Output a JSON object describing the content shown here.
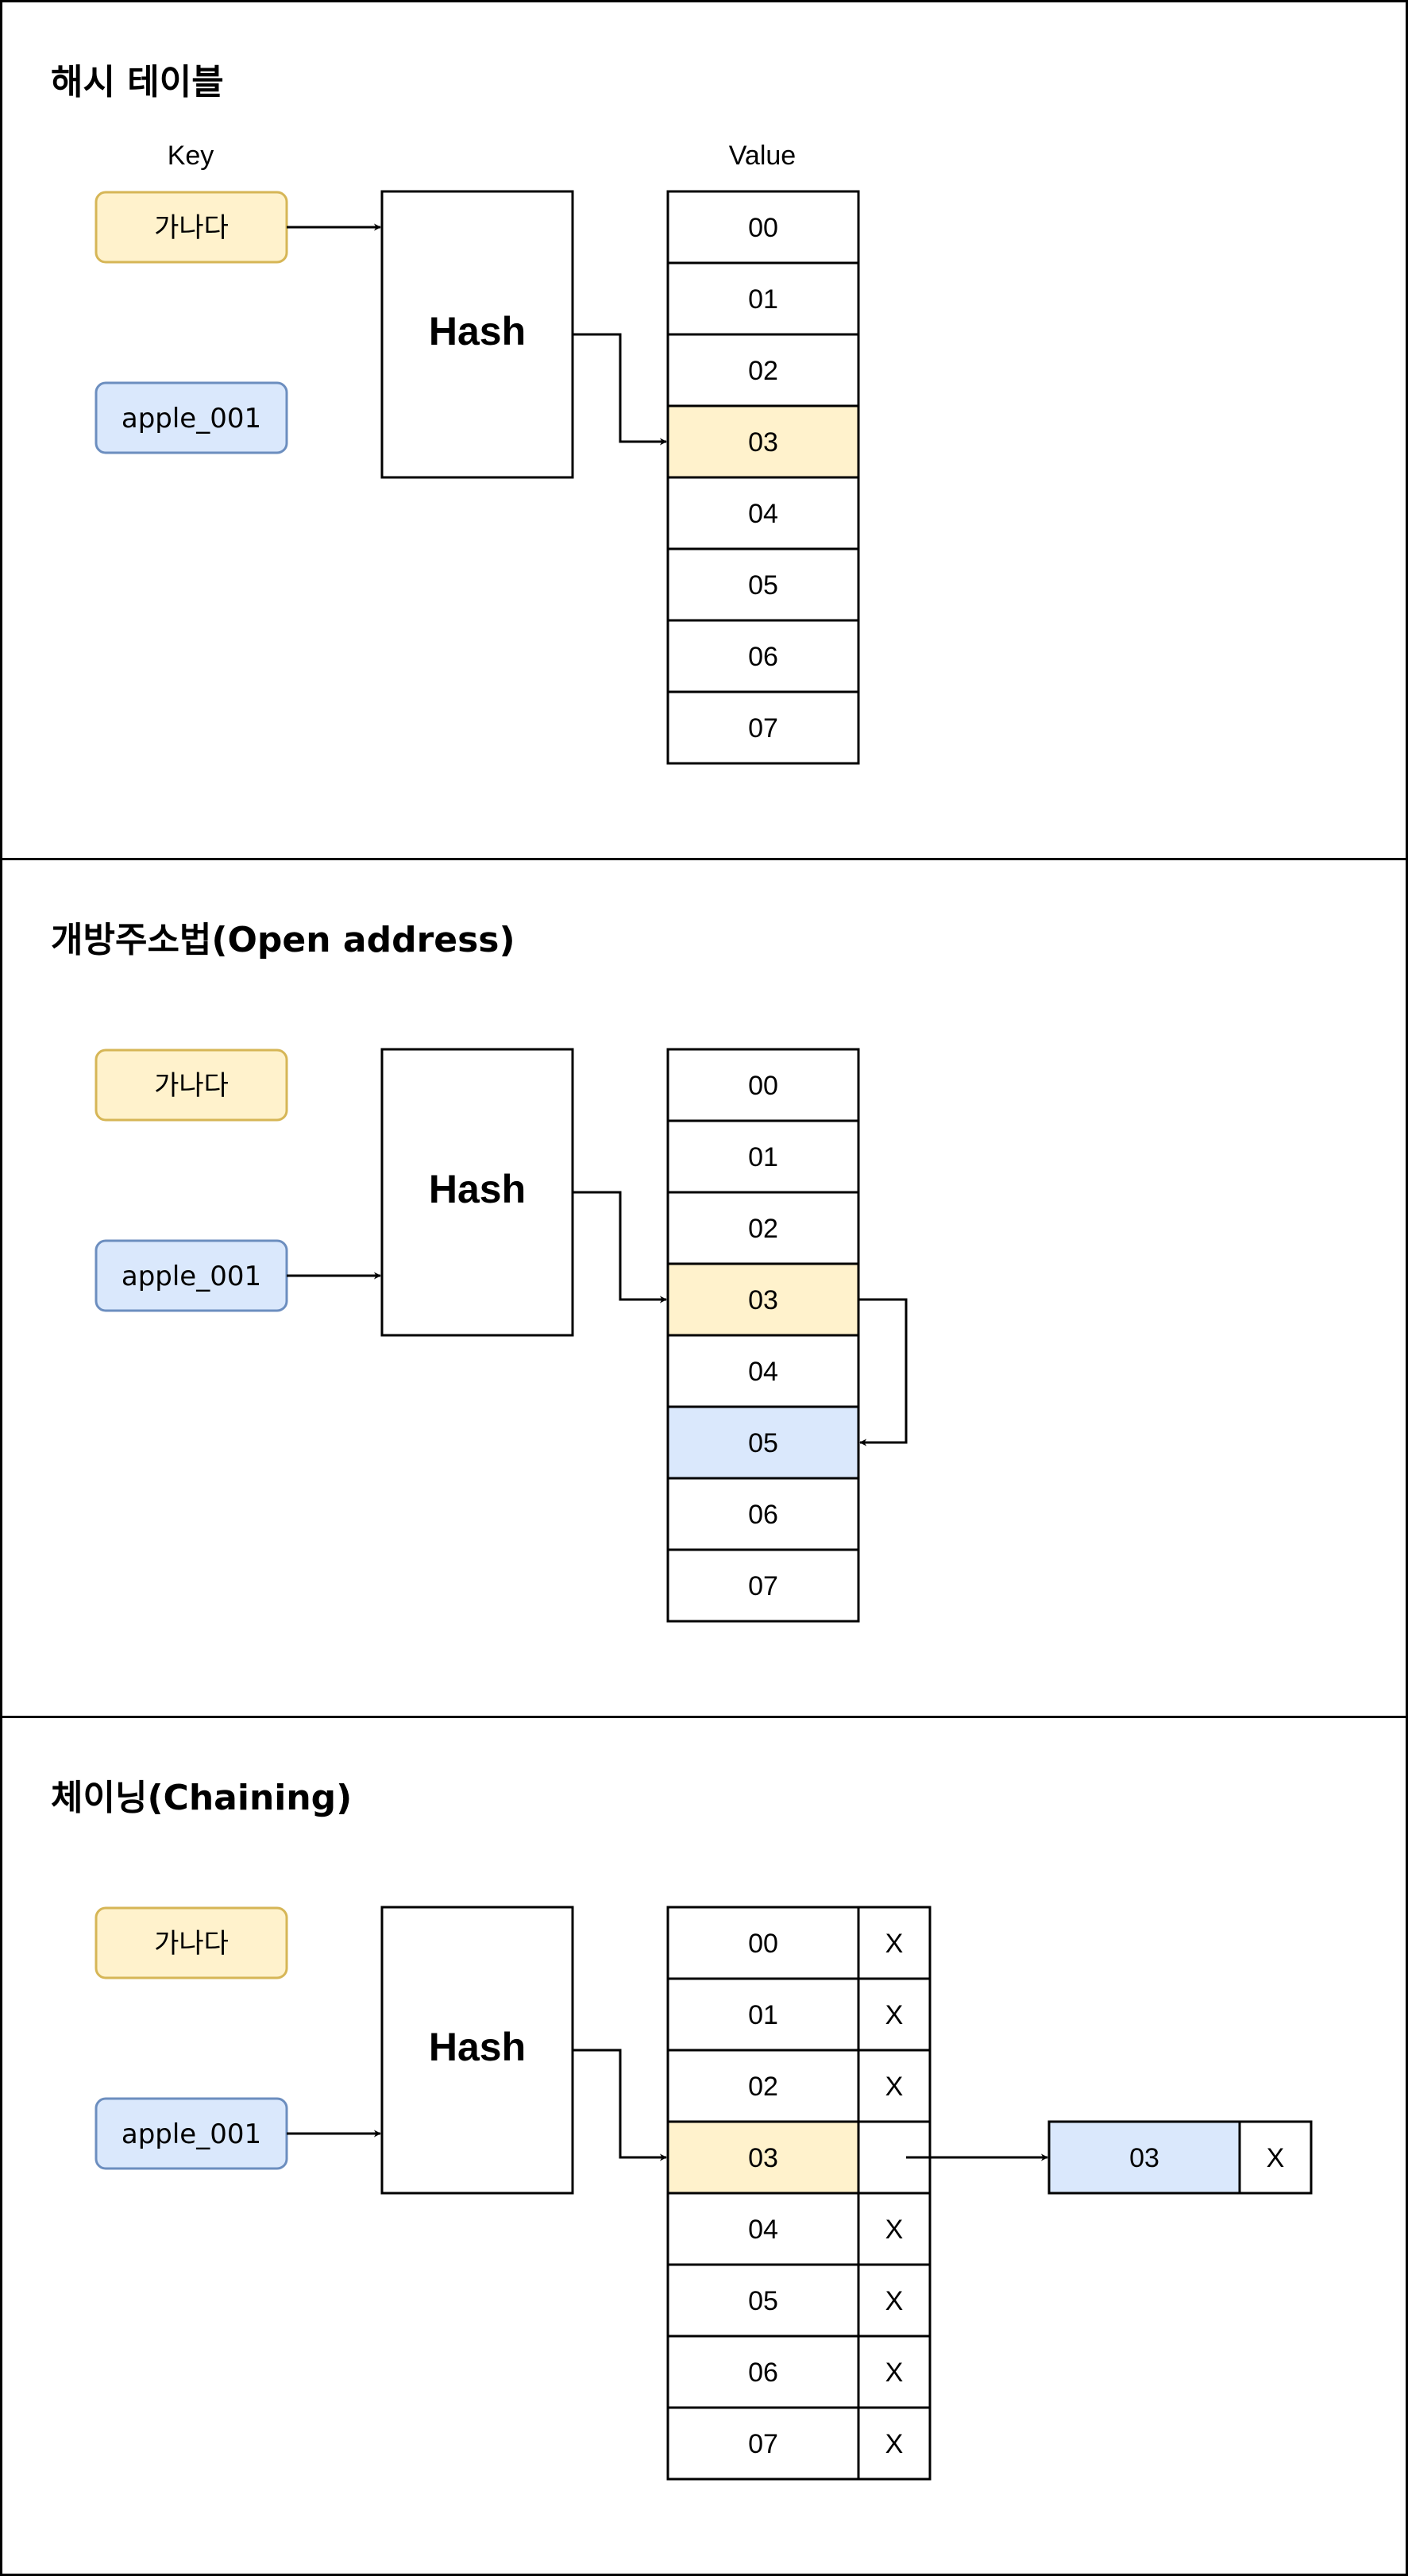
{
  "colors": {
    "key_yellow_fill": "#fff2cc",
    "key_yellow_border": "#d6b656",
    "key_blue_fill": "#dae8fc",
    "key_blue_border": "#6c8ebf",
    "cell_default_fill": "#ffffff",
    "line": "#000000"
  },
  "headers": {
    "key": "Key",
    "value": "Value"
  },
  "panels": [
    {
      "title": "해시 테이블",
      "keys": [
        "가나다",
        "apple_001"
      ],
      "hash_label": "Hash",
      "buckets": [
        "00",
        "01",
        "02",
        "03",
        "04",
        "05",
        "06",
        "07"
      ],
      "highlighted": {
        "03": "yellow"
      }
    },
    {
      "title": "개방주소법(Open address)",
      "keys": [
        "가나다",
        "apple_001"
      ],
      "hash_label": "Hash",
      "buckets": [
        "00",
        "01",
        "02",
        "03",
        "04",
        "05",
        "06",
        "07"
      ],
      "highlighted": {
        "03": "yellow",
        "05": "blue"
      }
    },
    {
      "title": "체이닝(Chaining)",
      "keys": [
        "가나다",
        "apple_001"
      ],
      "hash_label": "Hash",
      "buckets": [
        "00",
        "01",
        "02",
        "03",
        "04",
        "05",
        "06",
        "07"
      ],
      "pointers": [
        "X",
        "X",
        "X",
        "",
        "X",
        "X",
        "X",
        "X"
      ],
      "highlighted": {
        "03": "yellow"
      },
      "chain_node": {
        "value": "03",
        "next": "X"
      }
    }
  ]
}
